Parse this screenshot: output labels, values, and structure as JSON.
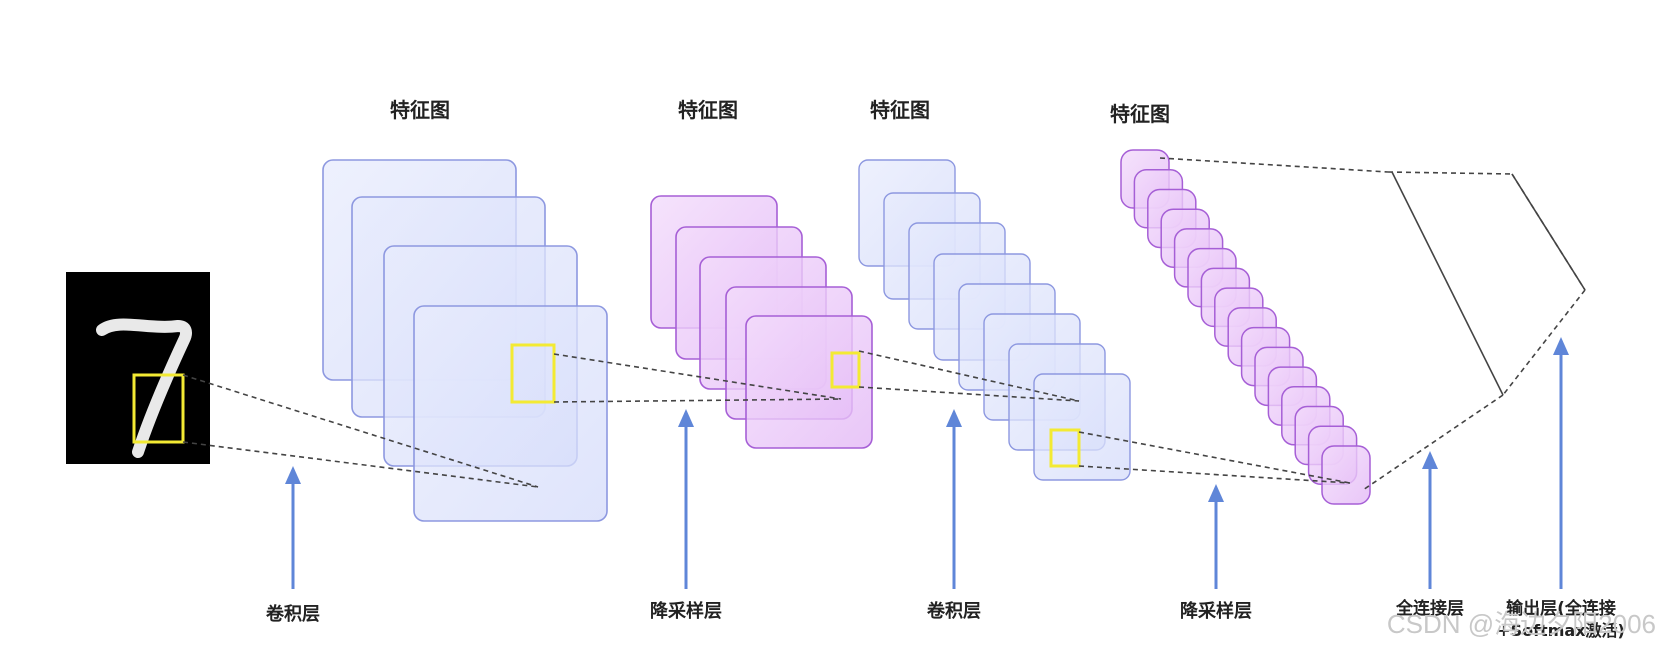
{
  "headings": {
    "feature_map_1": "特征图",
    "feature_map_2": "特征图",
    "feature_map_3": "特征图",
    "feature_map_4": "特征图"
  },
  "layers": {
    "conv_1": "卷积层",
    "pool_1": "降采样层",
    "conv_2": "卷积层",
    "pool_2": "降采样层",
    "fully_connected": "全连接层",
    "output_line1": "输出层(全连接",
    "output_line2": "+Softmax激活)"
  },
  "input_digit": "7",
  "watermark": "CSDN @海边夕阳2006",
  "colors": {
    "blue_fill": "#dfe4fb",
    "blue_stroke": "#8d98e0",
    "purple_fill": "#ecc8f8",
    "purple_stroke": "#a65fd6",
    "highlight": "#f3ea33",
    "arrow": "#5f86d8"
  }
}
